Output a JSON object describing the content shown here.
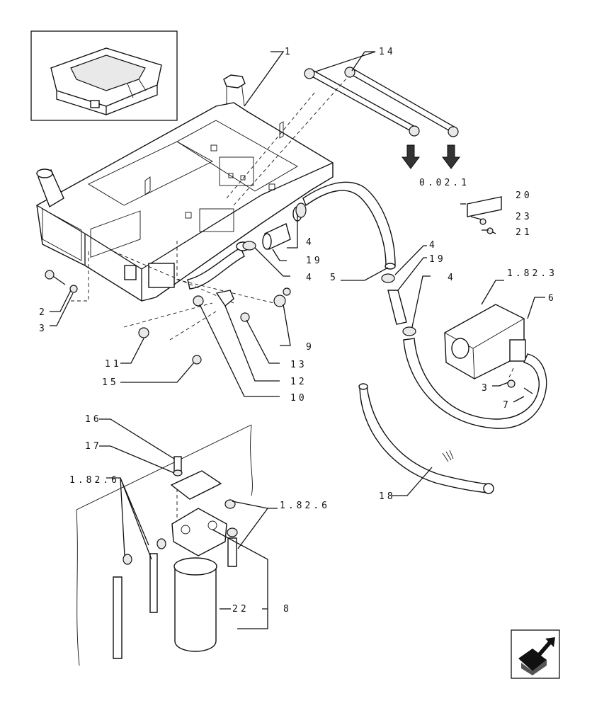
{
  "callouts": {
    "c1": "1",
    "c14": "14",
    "ref_0021": "0.02.1",
    "c20": "20",
    "c23": "23",
    "c21": "21",
    "c4a": "4",
    "c19a": "19",
    "c4b": "4",
    "c19b": "19",
    "c4c": "4",
    "c4d": "4",
    "c5": "5",
    "ref_1823": "1.82.3",
    "c6": "6",
    "c2": "2",
    "c3a": "3",
    "c9": "9",
    "c13": "13",
    "c12": "12",
    "c11": "11",
    "c10": "10",
    "c15": "15",
    "c3b": "3",
    "c7": "7",
    "c16": "16",
    "c17": "17",
    "ref_1826a": "1.82.6",
    "ref_1826b": "1.82.6",
    "c18": "18",
    "c22": "22",
    "c8": "8"
  },
  "icons": {
    "nav": "next-page-arrow-icon",
    "inset": "assembly-location-inset-icon"
  }
}
